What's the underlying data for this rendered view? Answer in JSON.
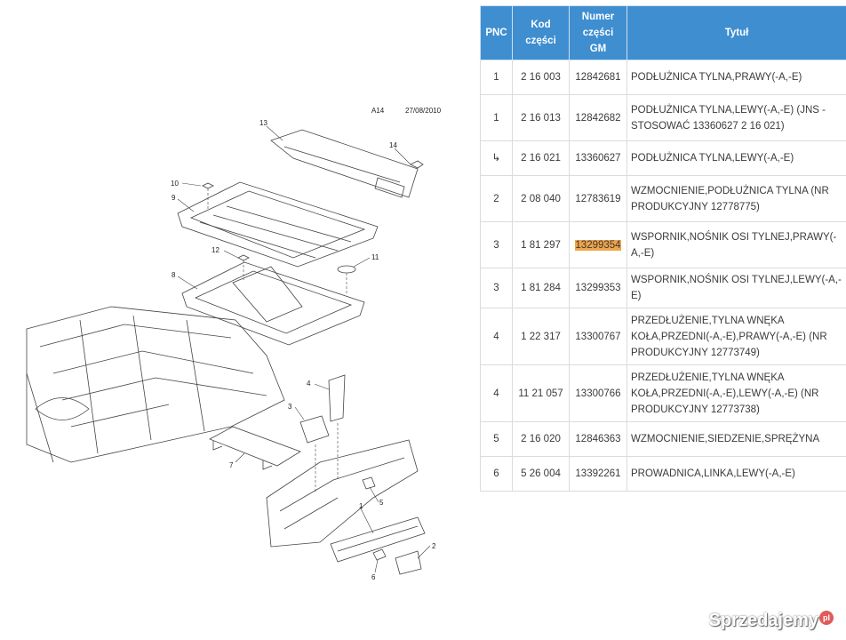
{
  "diagram": {
    "header_left": "A14",
    "header_right": "27/08/2010",
    "callouts": [
      "1",
      "2",
      "3",
      "4",
      "5",
      "6",
      "7",
      "8",
      "9",
      "10",
      "11",
      "12",
      "13",
      "14"
    ]
  },
  "table": {
    "headers": {
      "pnc": "PNC",
      "kod": "Kod części",
      "numer": "Numer części GM",
      "tytul": "Tytuł"
    },
    "rows": [
      {
        "pnc": "1",
        "kod": "2 16 003",
        "numer": "12842681",
        "tytul": "PODŁUŻNICA TYLNA,PRAWY(-A,-E)",
        "highlight": false
      },
      {
        "pnc": "1",
        "kod": "2 16 013",
        "numer": "12842682",
        "tytul": "PODŁUŻNICA TYLNA,LEWY(-A,-E) (JNS - STOSOWAĆ 13360627 2 16 021)",
        "highlight": false
      },
      {
        "pnc": "↳",
        "kod": "2 16 021",
        "numer": "13360627",
        "tytul": "PODŁUŻNICA TYLNA,LEWY(-A,-E)",
        "highlight": false
      },
      {
        "pnc": "2",
        "kod": "2 08 040",
        "numer": "12783619",
        "tytul": "WZMOCNIENIE,PODŁUŻNICA TYLNA (NR PRODUKCYJNY 12778775)",
        "highlight": false
      },
      {
        "pnc": "3",
        "kod": "1 81 297",
        "numer": "13299354",
        "tytul": "WSPORNIK,NOŚNIK OSI TYLNEJ,PRAWY(-A,-E)",
        "highlight": true
      },
      {
        "pnc": "3",
        "kod": "1 81 284",
        "numer": "13299353",
        "tytul": "WSPORNIK,NOŚNIK OSI TYLNEJ,LEWY(-A,-E)",
        "highlight": false
      },
      {
        "pnc": "4",
        "kod": "1 22 317",
        "numer": "13300767",
        "tytul": "PRZEDŁUŻENIE,TYLNA WNĘKA KOŁA,PRZEDNI(-A,-E),PRAWY(-A,-E) (NR PRODUKCYJNY 12773749)",
        "highlight": false
      },
      {
        "pnc": "4",
        "kod": "11 21 057",
        "numer": "13300766",
        "tytul": "PRZEDŁUŻENIE,TYLNA WNĘKA KOŁA,PRZEDNI(-A,-E),LEWY(-A,-E) (NR PRODUKCYJNY 12773738)",
        "highlight": false
      },
      {
        "pnc": "5",
        "kod": "2 16 020",
        "numer": "12846363",
        "tytul": "WZMOCNIENIE,SIEDZENIE,SPRĘŻYNA",
        "highlight": false
      },
      {
        "pnc": "6",
        "kod": "5 26 004",
        "numer": "13392261",
        "tytul": "PROWADNICA,LINKA,LEWY(-A,-E)",
        "highlight": false
      }
    ]
  },
  "watermark": {
    "text": "Sprzedajemy",
    "badge": "pl"
  },
  "colors": {
    "header_bg": "#3e8ed0",
    "highlight": "#f0a44a",
    "line": "#444444"
  }
}
